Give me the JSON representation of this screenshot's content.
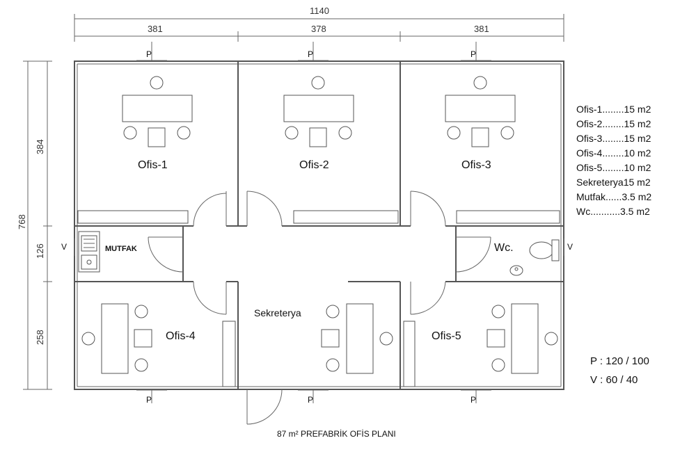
{
  "dimensions": {
    "total_width": "1140",
    "segments_top": [
      "381",
      "378",
      "381"
    ],
    "total_height": "768",
    "segments_left": [
      "384",
      "126",
      "258"
    ]
  },
  "rooms": {
    "ofis1": "Ofis-1",
    "ofis2": "Ofis-2",
    "ofis3": "Ofis-3",
    "ofis4": "Ofis-4",
    "ofis5": "Ofis-5",
    "sekreterya": "Sekreterya",
    "mutfak": "MUTFAK",
    "wc": "Wc."
  },
  "markers": {
    "window_p": "P",
    "window_v": "V"
  },
  "areas": [
    "Ofis-1........15 m2",
    "Ofis-2........15 m2",
    "Ofis-3........15 m2",
    "Ofis-4........10 m2",
    "Ofis-5........10 m2",
    "Sekreterya15 m2",
    "Mutfak......3.5 m2",
    "Wc...........3.5 m2"
  ],
  "sizes": {
    "p": "P : 120 / 100",
    "v": "V : 60 / 40"
  },
  "caption": "87 m² PREFABRİK OFİS PLANI"
}
